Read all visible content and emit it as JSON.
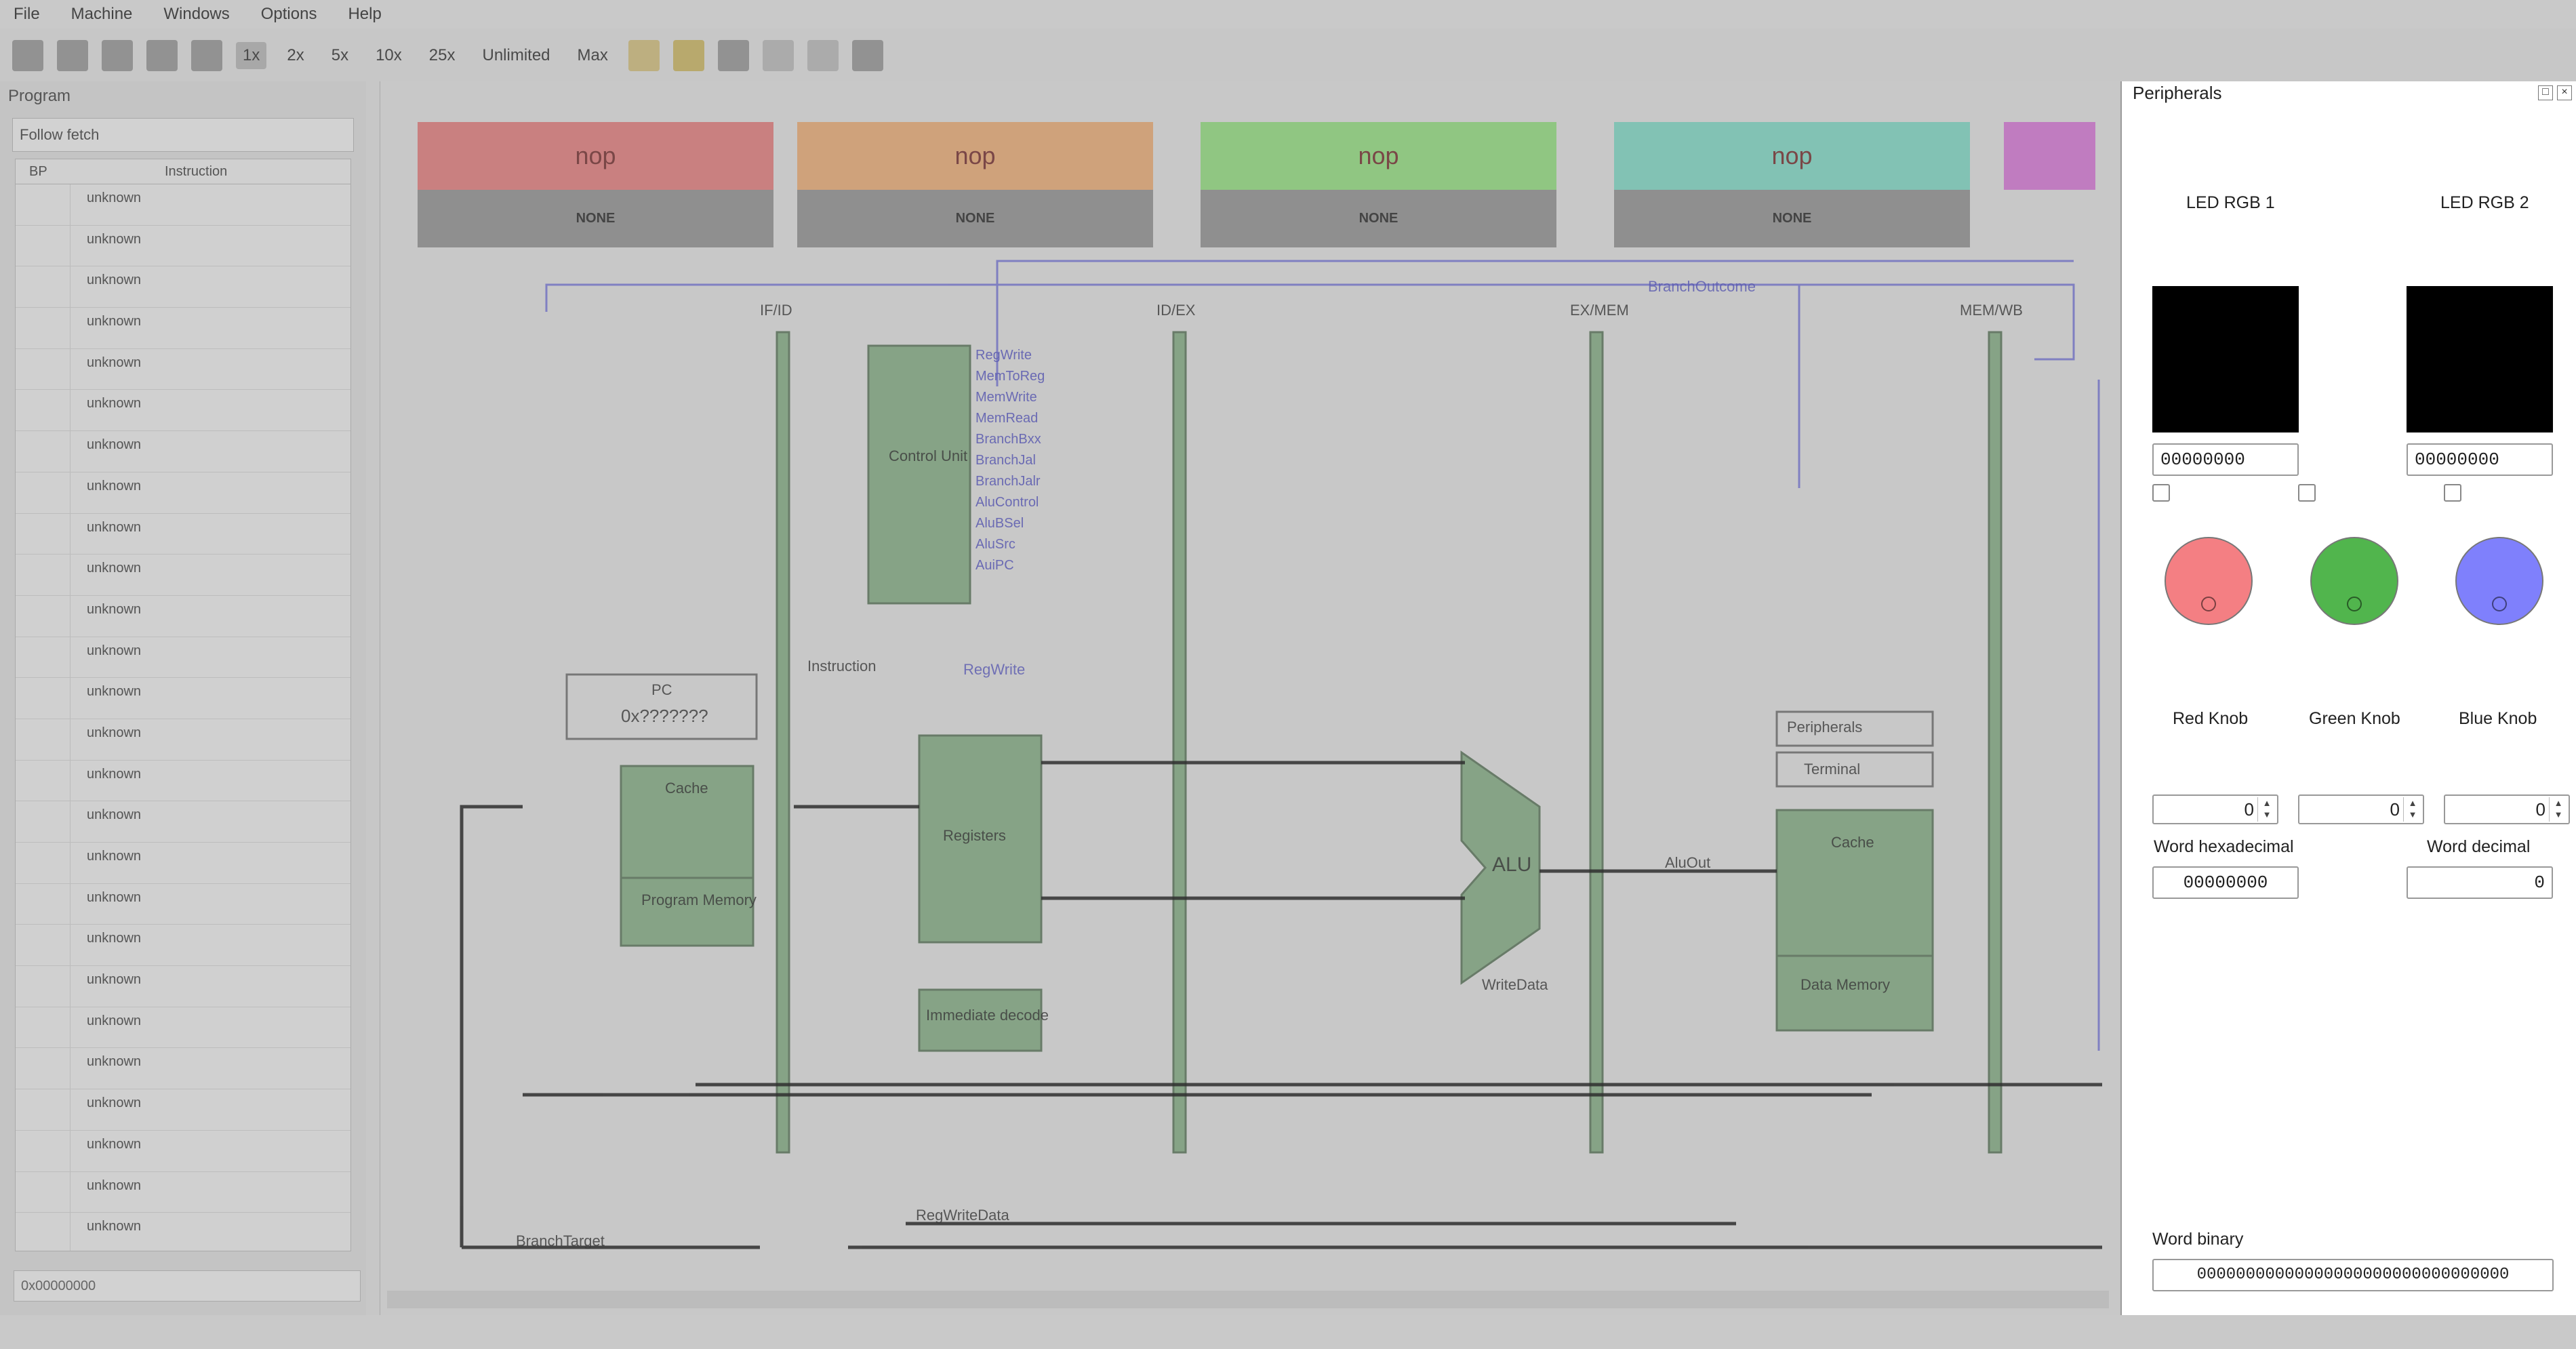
{
  "menu": [
    "File",
    "Machine",
    "Windows",
    "Options",
    "Help"
  ],
  "toolbar": {
    "speeds": [
      "1x",
      "2x",
      "5x",
      "10x",
      "25x",
      "Unlimited",
      "Max"
    ]
  },
  "program": {
    "title": "Program",
    "follow": "Follow fetch",
    "columns": [
      "BP",
      "Instruction"
    ],
    "rows": [
      "unknown",
      "unknown",
      "unknown",
      "unknown",
      "unknown",
      "unknown",
      "unknown",
      "unknown",
      "unknown",
      "unknown",
      "unknown",
      "unknown",
      "unknown",
      "unknown",
      "unknown",
      "unknown",
      "unknown",
      "unknown",
      "unknown",
      "unknown",
      "unknown",
      "unknown",
      "unknown",
      "unknown",
      "unknown",
      "unknown",
      "unknown"
    ],
    "pc_value": "0x00000000"
  },
  "pipeline": {
    "stages": [
      {
        "instr": "nop",
        "sub": "NONE",
        "color": "#c98080"
      },
      {
        "instr": "nop",
        "sub": "NONE",
        "color": "#cfa27b"
      },
      {
        "instr": "nop",
        "sub": "NONE",
        "color": "#90c682"
      },
      {
        "instr": "nop",
        "sub": "NONE",
        "color": "#82c2b4"
      },
      {
        "instr": "",
        "sub": "",
        "color": "#c07cc0"
      }
    ],
    "labels": {
      "ifid": "IF/ID",
      "idex": "ID/EX",
      "exmem": "EX/MEM",
      "memwb": "MEM/WB",
      "control": "Control Unit",
      "registers": "Registers",
      "alu": "ALU",
      "pc": "PC",
      "pc_value": "0x???????",
      "cache": "Cache",
      "prog_mem": "Program Memory",
      "data_mem": "Data Memory",
      "imm": "Immediate decode",
      "periph": "Peripherals",
      "terminal": "Terminal",
      "branch_outcome": "BranchOutcome",
      "branch_target": "BranchTarget",
      "reg_write_data": "RegWriteData",
      "instruction": "Instruction",
      "regwrite": "RegWrite",
      "alu_out": "AluOut",
      "write_data": "WriteData"
    },
    "control_signals": [
      "RegWrite",
      "MemToReg",
      "MemWrite",
      "MemRead",
      "BranchBxx",
      "BranchJal",
      "BranchJalr",
      "AluControl",
      "AluBSel",
      "AluSrc",
      "AuiPC"
    ]
  },
  "peripherals": {
    "title": "Peripherals",
    "led1": {
      "label": "LED RGB 1",
      "value": "00000000"
    },
    "led2": {
      "label": "LED RGB 2",
      "value": "00000000"
    },
    "knobs": [
      {
        "label": "Red Knob",
        "value": "0",
        "color": "#f47f83"
      },
      {
        "label": "Green Knob",
        "value": "0",
        "color": "#51b54d"
      },
      {
        "label": "Blue Knob",
        "value": "0",
        "color": "#7f80fc"
      }
    ],
    "word_hex": {
      "label": "Word hexadecimal",
      "value": "00000000"
    },
    "word_dec": {
      "label": "Word decimal",
      "value": "0"
    },
    "word_bin": {
      "label": "Word binary",
      "value": "00000000000000000000000000000000"
    }
  }
}
